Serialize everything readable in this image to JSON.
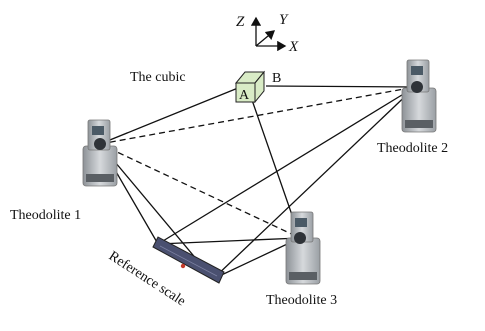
{
  "axes": {
    "z": "Z",
    "y": "Y",
    "x": "X"
  },
  "cube": {
    "label": "The cubic",
    "face_a": "A",
    "face_b": "B",
    "color": "#d9ecc6"
  },
  "theodolites": [
    {
      "label": "Theodolite 1"
    },
    {
      "label": "Theodolite 2"
    },
    {
      "label": "Theodolite 3"
    }
  ],
  "reference_scale": {
    "label": "Reference scale",
    "color": "#4a5070"
  }
}
